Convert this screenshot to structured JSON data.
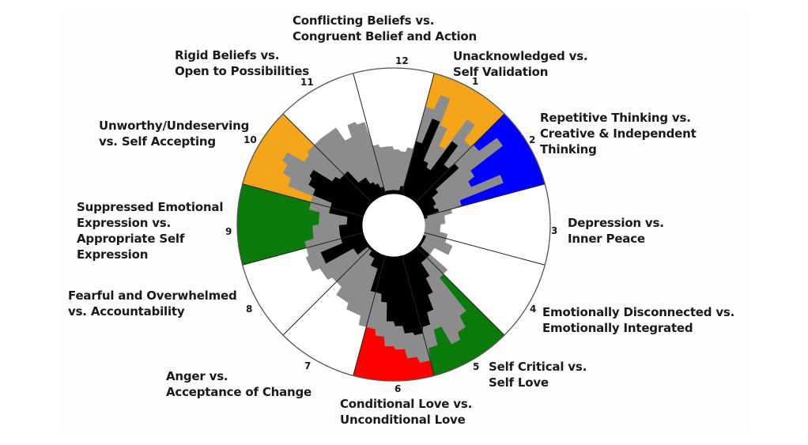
{
  "chart_data": {
    "type": "radar-wheel",
    "title": "",
    "sector_count": 12,
    "radius_range": [
      0,
      1
    ],
    "inner_hole_fraction": 0.2,
    "colors": {
      "orange": "#F5A519",
      "blue": "#0000FF",
      "green": "#0A7A0A",
      "red": "#FF0000",
      "white": "#FFFFFF",
      "gray": "#8C8C8C",
      "black": "#000000",
      "rim": "#555555"
    },
    "sectors": [
      {
        "number": "12",
        "label": "Conflicting Beliefs vs.\nCongruent Belief and Action",
        "fill": "white"
      },
      {
        "number": "1",
        "label": "Unacknowledged vs.\nSelf Validation",
        "fill": "orange"
      },
      {
        "number": "2",
        "label": "Repetitive Thinking vs.\nCreative & Independent\nThinking",
        "fill": "blue"
      },
      {
        "number": "3",
        "label": "Depression vs.\nInner Peace",
        "fill": "white"
      },
      {
        "number": "4",
        "label": "Emotionally Disconnected vs.\nEmotionally Integrated",
        "fill": "white"
      },
      {
        "number": "5",
        "label": "Self Critical vs.\nSelf Love",
        "fill": "green"
      },
      {
        "number": "6",
        "label": "Conditional Love vs.\nUnconditional Love",
        "fill": "red"
      },
      {
        "number": "7",
        "label": "Anger vs.\nAcceptance of Change",
        "fill": "white"
      },
      {
        "number": "8",
        "label": "Fearful and Overwhelmed\nvs. Accountability",
        "fill": "white"
      },
      {
        "number": "9",
        "label": "Suppressed Emotional\nExpression vs.\nAppropriate Self\nExpression",
        "fill": "green"
      },
      {
        "number": "10",
        "label": "Unworthy/Undeserving\nvs. Self Accepting",
        "fill": "orange"
      },
      {
        "number": "11",
        "label": "Rigid Beliefs vs.\nOpen to Possibilities",
        "fill": "white"
      }
    ],
    "series": [
      {
        "name": "gray-profile",
        "color": "gray",
        "angles_deg": [
          0,
          5,
          10,
          15,
          20,
          25,
          30,
          35,
          40,
          45,
          50,
          55,
          60,
          65,
          70,
          75,
          80,
          90,
          100,
          110,
          120,
          130,
          140,
          145,
          150,
          155,
          160,
          165,
          170,
          175,
          180,
          185,
          190,
          200,
          210,
          220,
          230,
          240,
          250,
          260,
          270,
          280,
          290,
          295,
          300,
          305,
          310,
          320,
          330,
          335,
          340,
          345,
          350,
          355
        ],
        "values": [
          0.48,
          0.47,
          0.5,
          0.78,
          0.88,
          0.7,
          0.58,
          0.82,
          0.7,
          0.72,
          0.86,
          0.6,
          0.55,
          0.75,
          0.45,
          0.38,
          0.33,
          0.3,
          0.35,
          0.4,
          0.3,
          0.45,
          0.72,
          0.8,
          0.85,
          0.72,
          0.82,
          0.9,
          0.86,
          0.8,
          0.78,
          0.72,
          0.68,
          0.62,
          0.58,
          0.52,
          0.55,
          0.6,
          0.58,
          0.52,
          0.48,
          0.55,
          0.72,
          0.78,
          0.82,
          0.7,
          0.72,
          0.72,
          0.62,
          0.7,
          0.68,
          0.52,
          0.5,
          0.5
        ]
      },
      {
        "name": "black-profile",
        "color": "black",
        "angles_deg": [
          0,
          5,
          10,
          15,
          20,
          25,
          30,
          35,
          40,
          45,
          50,
          55,
          60,
          65,
          70,
          75,
          80,
          90,
          100,
          110,
          120,
          130,
          140,
          145,
          150,
          155,
          160,
          165,
          170,
          175,
          180,
          185,
          190,
          200,
          210,
          220,
          230,
          240,
          250,
          260,
          270,
          280,
          290,
          295,
          300,
          305,
          310,
          320,
          330,
          335,
          340,
          345,
          350,
          355
        ],
        "values": [
          0.22,
          0.22,
          0.25,
          0.55,
          0.72,
          0.45,
          0.42,
          0.65,
          0.5,
          0.55,
          0.35,
          0.3,
          0.3,
          0.28,
          0.3,
          0.22,
          0.2,
          0.2,
          0.2,
          0.22,
          0.22,
          0.3,
          0.3,
          0.4,
          0.5,
          0.6,
          0.68,
          0.72,
          0.7,
          0.65,
          0.62,
          0.5,
          0.45,
          0.3,
          0.25,
          0.22,
          0.3,
          0.5,
          0.35,
          0.35,
          0.3,
          0.42,
          0.55,
          0.6,
          0.62,
          0.48,
          0.45,
          0.35,
          0.3,
          0.28,
          0.25,
          0.22,
          0.22,
          0.22
        ]
      }
    ]
  }
}
